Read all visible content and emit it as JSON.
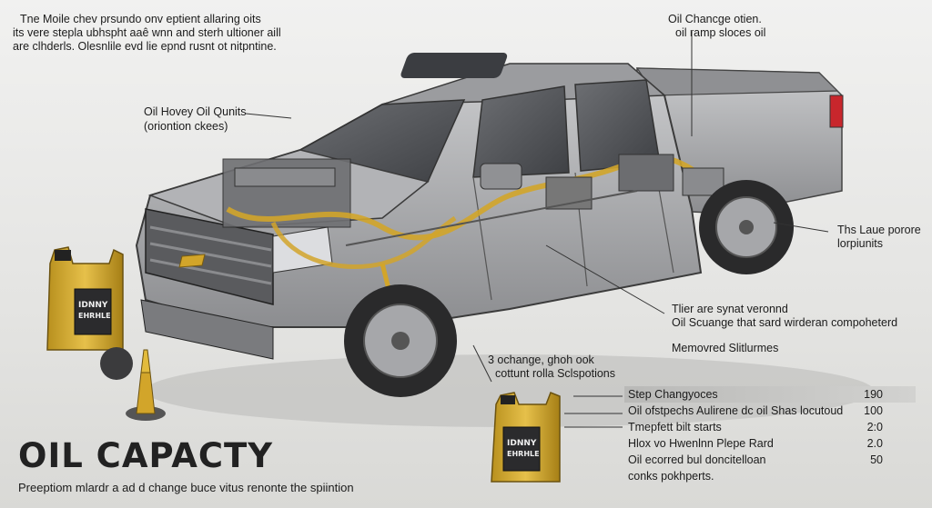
{
  "intro": {
    "line1": "Tne Moile chev prsundo onv eptient allaring oits",
    "line2": "its vere steplа ubhspht aaê wnn and sterh ultioner aill",
    "line3": "are clhderls. Olesnlile evd lie epnd rusnt ot nitpntine."
  },
  "callouts": {
    "top_right_1": "Oil Chancge otien.",
    "top_right_2": "oil ramp sloces oil",
    "left_1": "Oil Hovey Oil Qunits",
    "left_2": "(oriontion ckees)",
    "right_1": "Ths Laue porore",
    "right_2": "lorpiunits",
    "mid_right_1": "Tlier are synat veronnd",
    "mid_right_2": "Oil Scuange that sard wirderan compoheterd",
    "mid_right_3": "Memovred Slitlurmes",
    "center_1": "3 ochange, ghoh ook",
    "center_2": "cottunt rolla Sclspotions"
  },
  "table": [
    {
      "label": "Stеp Changyoces",
      "value": "190",
      "shaded": true
    },
    {
      "label": "Oil ofstpechs Aulirene dc oil Shas locutoud",
      "value": "100"
    },
    {
      "label": "Tmepfett bilt starts",
      "value": "2:0"
    },
    {
      "label": "Hlox vo Hwenlnn Plepe Rard",
      "value": "2.0"
    },
    {
      "label": "Oil ecorred bul doncitelloan",
      "value": "50"
    },
    {
      "label": "conks pokhperts.",
      "value": ""
    }
  ],
  "jug_labels": {
    "small_1": "IDNNY",
    "small_2": "EHRHLE",
    "large_1": "IDNNY",
    "large_2": "EHRHLE"
  },
  "title": "OIL CAPACTY",
  "footer": "Preeptiom mlardr a ad d change buce vitus renonte the spiintion",
  "colors": {
    "oil": "#d2a52a",
    "body": "#a9aaac",
    "accent": "#c8262c"
  }
}
